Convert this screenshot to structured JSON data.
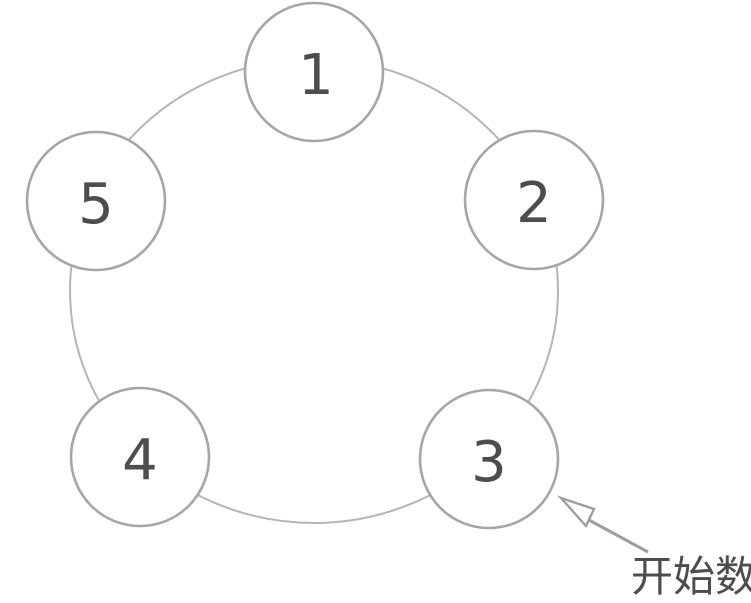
{
  "diagram": {
    "description": "circle-of-five-counting-diagram",
    "nodes": [
      {
        "label": "1"
      },
      {
        "label": "2"
      },
      {
        "label": "3"
      },
      {
        "label": "4"
      },
      {
        "label": "5"
      }
    ],
    "annotation": {
      "label": "开始数",
      "target_node": "3"
    },
    "colors": {
      "ring_stroke": "#b5b5b5",
      "node_stroke": "#a6a6a6",
      "node_fill": "#ffffff",
      "number_text": "#4d4d4d",
      "arrow": "#9e9e9e",
      "annotation_text": "#4d4d4d"
    }
  }
}
